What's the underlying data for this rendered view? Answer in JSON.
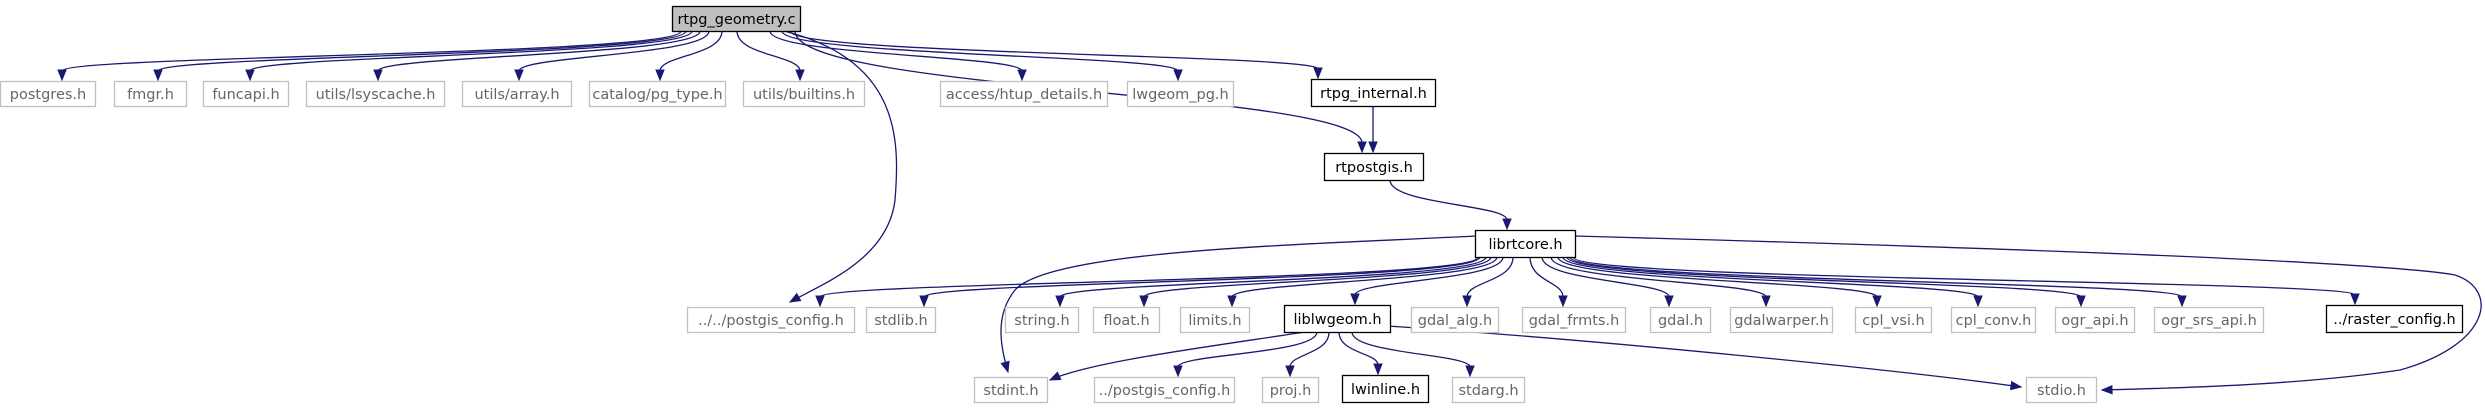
{
  "graph": {
    "root": "rtpg_geometry.c",
    "colors": {
      "edge": "#191970",
      "root_fill": "#bfbfbf",
      "documented_border": "#000000",
      "undocumented_border": "#bfbfbf",
      "undocumented_text": "#666666"
    },
    "nodes": [
      {
        "id": "rtpg_geometry_c",
        "label": "rtpg_geometry.c",
        "style": "root"
      },
      {
        "id": "postgres_h",
        "label": "postgres.h",
        "style": "external"
      },
      {
        "id": "fmgr_h",
        "label": "fmgr.h",
        "style": "external"
      },
      {
        "id": "funcapi_h",
        "label": "funcapi.h",
        "style": "external"
      },
      {
        "id": "utils_lsyscache_h",
        "label": "utils/lsyscache.h",
        "style": "external"
      },
      {
        "id": "utils_array_h",
        "label": "utils/array.h",
        "style": "external"
      },
      {
        "id": "catalog_pg_type_h",
        "label": "catalog/pg_type.h",
        "style": "external"
      },
      {
        "id": "utils_builtins_h",
        "label": "utils/builtins.h",
        "style": "external"
      },
      {
        "id": "access_htup_details_h",
        "label": "access/htup_details.h",
        "style": "external"
      },
      {
        "id": "lwgeom_pg_h",
        "label": "lwgeom_pg.h",
        "style": "external"
      },
      {
        "id": "rtpg_internal_h",
        "label": "rtpg_internal.h",
        "style": "documented"
      },
      {
        "id": "rtpostgis_h",
        "label": "rtpostgis.h",
        "style": "documented"
      },
      {
        "id": "librtcore_h",
        "label": "librtcore.h",
        "style": "documented"
      },
      {
        "id": "dd_postgis_config_h",
        "label": "../../postgis_config.h",
        "style": "external"
      },
      {
        "id": "stdlib_h",
        "label": "stdlib.h",
        "style": "external"
      },
      {
        "id": "string_h",
        "label": "string.h",
        "style": "external"
      },
      {
        "id": "float_h",
        "label": "float.h",
        "style": "external"
      },
      {
        "id": "limits_h",
        "label": "limits.h",
        "style": "external"
      },
      {
        "id": "liblwgeom_h",
        "label": "liblwgeom.h",
        "style": "documented"
      },
      {
        "id": "gdal_alg_h",
        "label": "gdal_alg.h",
        "style": "external"
      },
      {
        "id": "gdal_frmts_h",
        "label": "gdal_frmts.h",
        "style": "external"
      },
      {
        "id": "gdal_h",
        "label": "gdal.h",
        "style": "external"
      },
      {
        "id": "gdalwarper_h",
        "label": "gdalwarper.h",
        "style": "external"
      },
      {
        "id": "cpl_vsi_h",
        "label": "cpl_vsi.h",
        "style": "external"
      },
      {
        "id": "cpl_conv_h",
        "label": "cpl_conv.h",
        "style": "external"
      },
      {
        "id": "ogr_api_h",
        "label": "ogr_api.h",
        "style": "external"
      },
      {
        "id": "ogr_srs_api_h",
        "label": "ogr_srs_api.h",
        "style": "external"
      },
      {
        "id": "raster_config_h",
        "label": "../raster_config.h",
        "style": "documented"
      },
      {
        "id": "stdint_h",
        "label": "stdint.h",
        "style": "external"
      },
      {
        "id": "d_postgis_config_h",
        "label": "../postgis_config.h",
        "style": "external"
      },
      {
        "id": "proj_h",
        "label": "proj.h",
        "style": "external"
      },
      {
        "id": "lwinline_h",
        "label": "lwinline.h",
        "style": "documented"
      },
      {
        "id": "stdarg_h",
        "label": "stdarg.h",
        "style": "external"
      },
      {
        "id": "stdio_h",
        "label": "stdio.h",
        "style": "external"
      }
    ],
    "edges": [
      {
        "from": "rtpg_geometry_c",
        "to": "postgres_h"
      },
      {
        "from": "rtpg_geometry_c",
        "to": "fmgr_h"
      },
      {
        "from": "rtpg_geometry_c",
        "to": "funcapi_h"
      },
      {
        "from": "rtpg_geometry_c",
        "to": "utils_lsyscache_h"
      },
      {
        "from": "rtpg_geometry_c",
        "to": "utils_array_h"
      },
      {
        "from": "rtpg_geometry_c",
        "to": "catalog_pg_type_h"
      },
      {
        "from": "rtpg_geometry_c",
        "to": "utils_builtins_h"
      },
      {
        "from": "rtpg_geometry_c",
        "to": "dd_postgis_config_h"
      },
      {
        "from": "rtpg_geometry_c",
        "to": "access_htup_details_h"
      },
      {
        "from": "rtpg_geometry_c",
        "to": "lwgeom_pg_h"
      },
      {
        "from": "rtpg_geometry_c",
        "to": "rtpg_internal_h"
      },
      {
        "from": "rtpg_geometry_c",
        "to": "rtpostgis_h"
      },
      {
        "from": "rtpg_internal_h",
        "to": "rtpostgis_h"
      },
      {
        "from": "rtpostgis_h",
        "to": "librtcore_h"
      },
      {
        "from": "librtcore_h",
        "to": "dd_postgis_config_h"
      },
      {
        "from": "librtcore_h",
        "to": "stdlib_h"
      },
      {
        "from": "librtcore_h",
        "to": "stdint_h"
      },
      {
        "from": "librtcore_h",
        "to": "string_h"
      },
      {
        "from": "librtcore_h",
        "to": "float_h"
      },
      {
        "from": "librtcore_h",
        "to": "limits_h"
      },
      {
        "from": "librtcore_h",
        "to": "liblwgeom_h"
      },
      {
        "from": "librtcore_h",
        "to": "gdal_alg_h"
      },
      {
        "from": "librtcore_h",
        "to": "gdal_frmts_h"
      },
      {
        "from": "librtcore_h",
        "to": "gdal_h"
      },
      {
        "from": "librtcore_h",
        "to": "gdalwarper_h"
      },
      {
        "from": "librtcore_h",
        "to": "cpl_vsi_h"
      },
      {
        "from": "librtcore_h",
        "to": "cpl_conv_h"
      },
      {
        "from": "librtcore_h",
        "to": "ogr_api_h"
      },
      {
        "from": "librtcore_h",
        "to": "ogr_srs_api_h"
      },
      {
        "from": "librtcore_h",
        "to": "raster_config_h"
      },
      {
        "from": "librtcore_h",
        "to": "stdio_h"
      },
      {
        "from": "liblwgeom_h",
        "to": "stdint_h"
      },
      {
        "from": "liblwgeom_h",
        "to": "d_postgis_config_h"
      },
      {
        "from": "liblwgeom_h",
        "to": "proj_h"
      },
      {
        "from": "liblwgeom_h",
        "to": "lwinline_h"
      },
      {
        "from": "liblwgeom_h",
        "to": "stdarg_h"
      },
      {
        "from": "liblwgeom_h",
        "to": "stdio_h"
      }
    ]
  }
}
